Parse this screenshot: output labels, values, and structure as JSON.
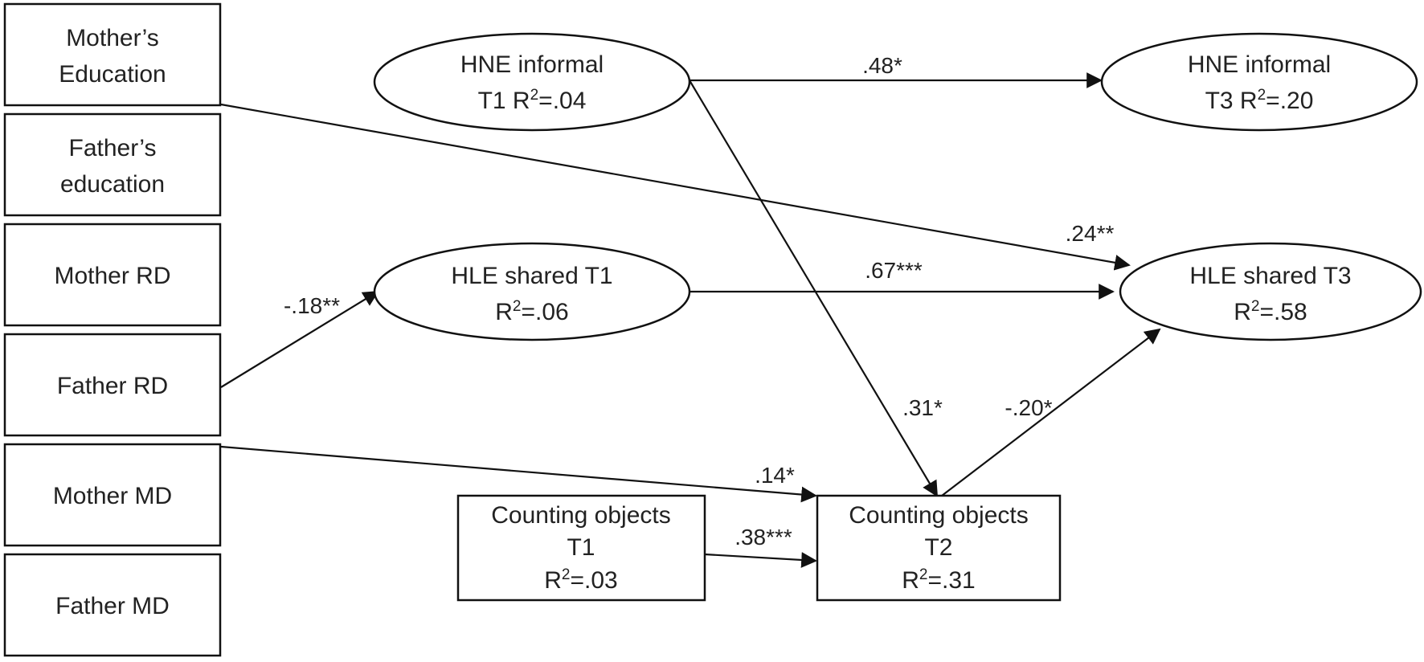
{
  "nodes": {
    "mothers_education": {
      "line1": "Mother’s",
      "line2": "Education"
    },
    "fathers_education": {
      "line1": "Father’s",
      "line2": "education"
    },
    "mother_rd": {
      "line1": "Mother RD"
    },
    "father_rd": {
      "line1": "Father RD"
    },
    "mother_md": {
      "line1": "Mother MD"
    },
    "father_md": {
      "line1": "Father MD"
    },
    "hne_informal_t1": {
      "line1": "HNE informal",
      "line2_prefix": "T1 R",
      "sup": "2",
      "line2_suffix": "=.04"
    },
    "hne_informal_t3": {
      "line1": "HNE informal",
      "line2_prefix": "T3 R",
      "sup": "2",
      "line2_suffix": "=.20"
    },
    "hle_shared_t1": {
      "line1": "HLE shared T1",
      "line2_prefix": "R",
      "sup": "2",
      "line2_suffix": "=.06"
    },
    "hle_shared_t3": {
      "line1": "HLE shared T3",
      "line2_prefix": "R",
      "sup": "2",
      "line2_suffix": "=.58"
    },
    "counting_t1": {
      "line1": "Counting objects",
      "line2": "T1",
      "line3_prefix": "R",
      "sup": "2",
      "line3_suffix": "=.03"
    },
    "counting_t2": {
      "line1": "Counting objects",
      "line2": "T2",
      "line3_prefix": "R",
      "sup": "2",
      "line3_suffix": "=.31"
    }
  },
  "paths": {
    "hne_t1_to_hne_t3": ".48*",
    "mothers_edu_to_hle_t3": ".24**",
    "father_rd_to_hle_t1": "-.18**",
    "hle_t1_to_hle_t3": ".67***",
    "hne_t1_to_counting_t2": ".31*",
    "counting_t2_to_hle_t3": "-.20*",
    "mother_md_to_counting_t2": ".14*",
    "counting_t1_to_counting_t2": ".38***"
  }
}
